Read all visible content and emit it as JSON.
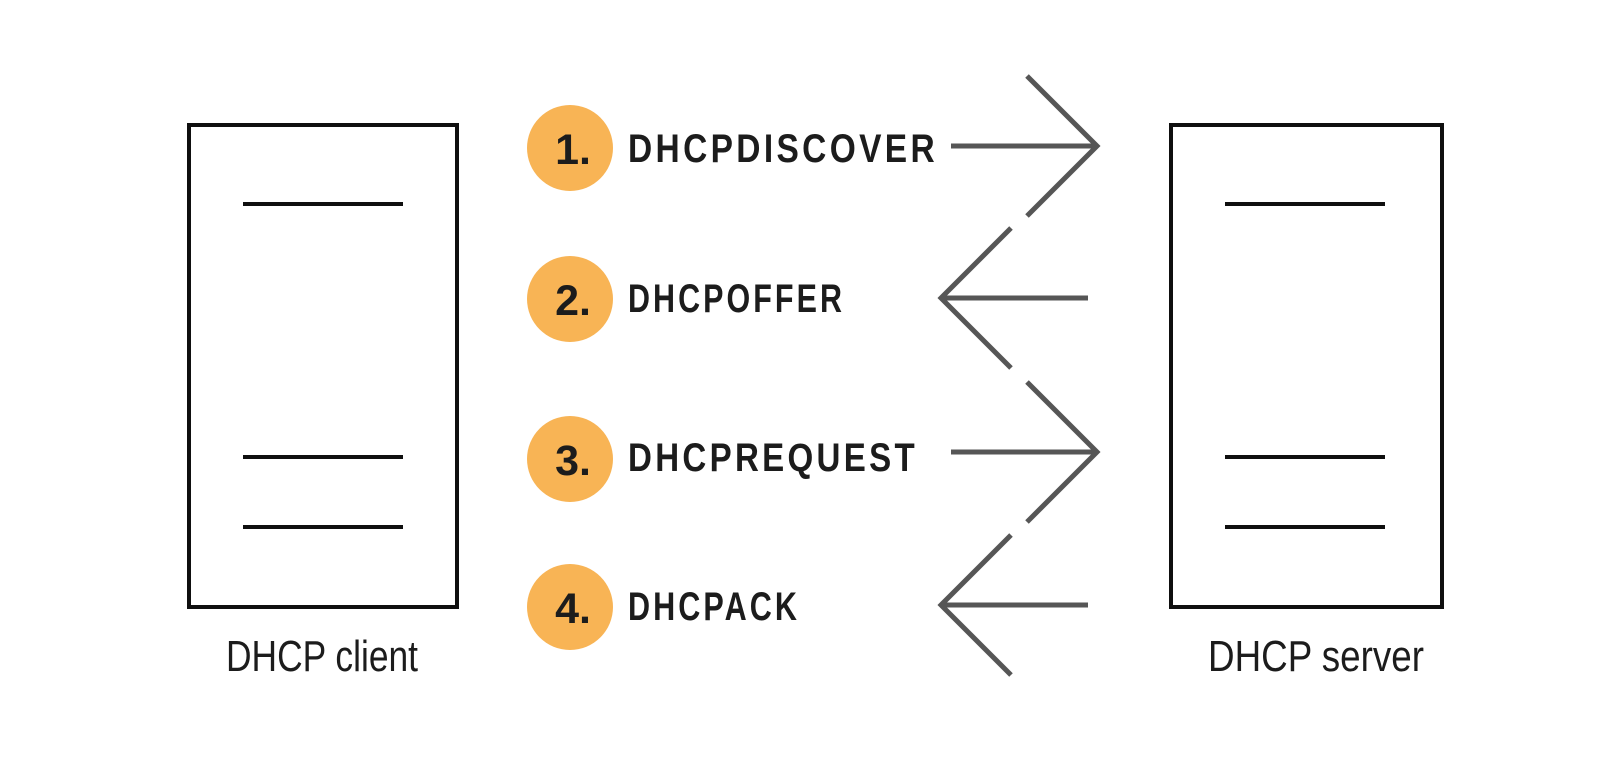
{
  "colors": {
    "accent_orange": "#F8B455",
    "arrow_gray": "#565656",
    "ink": "#1C1C1C",
    "box_line": "#0F0F0F",
    "background": "#FFFFFF"
  },
  "nodes": {
    "client": {
      "label": "DHCP client"
    },
    "server": {
      "label": "DHCP server"
    }
  },
  "steps": [
    {
      "number": "1.",
      "label": "DHCPDISCOVER",
      "direction": "right"
    },
    {
      "number": "2.",
      "label": "DHCPOFFER",
      "direction": "left"
    },
    {
      "number": "3.",
      "label": "DHCPREQUEST",
      "direction": "right"
    },
    {
      "number": "4.",
      "label": "DHCPACK",
      "direction": "left"
    }
  ]
}
